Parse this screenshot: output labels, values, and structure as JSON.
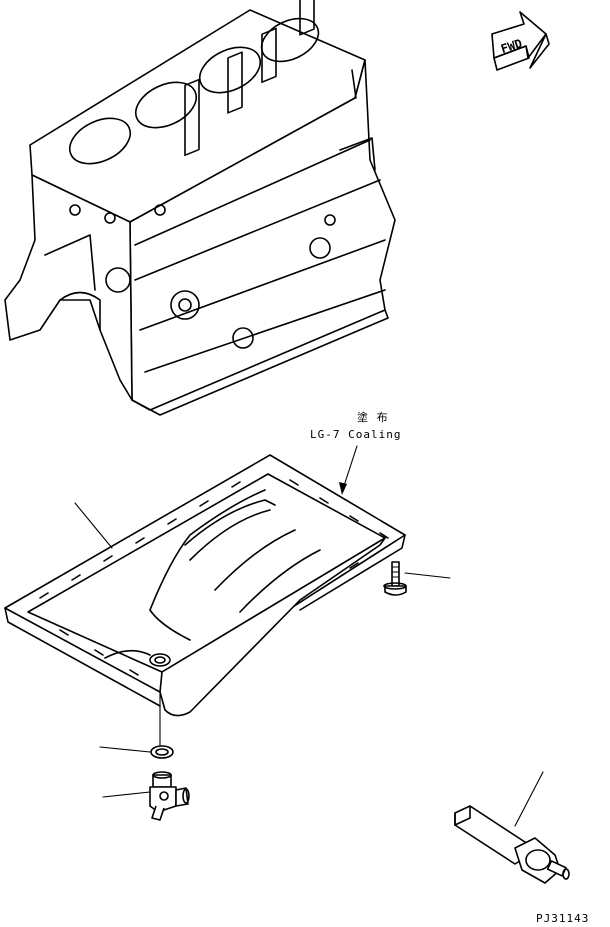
{
  "labels": {
    "coating_jp": "塗 布",
    "coating_en": "LG-7 Coaling",
    "direction": "FWD",
    "drawing_no": "PJ31143"
  }
}
